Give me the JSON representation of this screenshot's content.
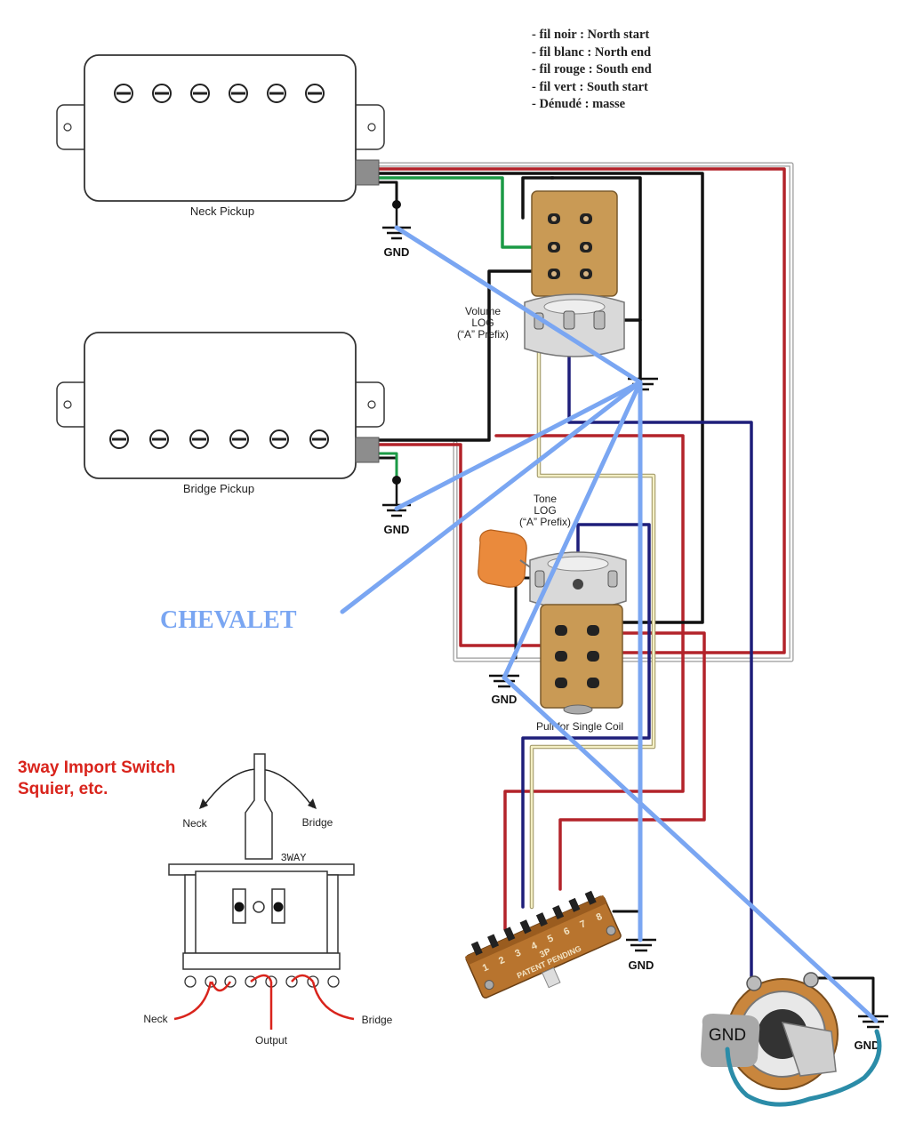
{
  "legend": [
    "- fil noir : North start",
    "- fil blanc : North end",
    "- fil rouge : South end",
    "- fil vert : South start",
    "- Dénudé : masse"
  ],
  "pickups": {
    "neck": "Neck Pickup",
    "bridge": "Bridge Pickup"
  },
  "gnd": "GND",
  "volume": {
    "line1": "Volume",
    "line2": "LOG",
    "line3": "(“A” Prefix)"
  },
  "tone": {
    "line1": "Tone",
    "line2": "LOG",
    "line3": "(“A” Prefix)"
  },
  "push_pull": "Pull for Single Coil",
  "annotation": "CHEVALET",
  "switch_ref": {
    "title1": "3way Import Switch",
    "title2": "Squier, etc.",
    "neck_top": "Neck",
    "bridge_top": "Bridge",
    "body": "3WAY",
    "neck_bottom": "Neck",
    "bridge_bottom": "Bridge",
    "output": "Output"
  },
  "selector": {
    "numbers": [
      "1",
      "2",
      "3",
      "4",
      "5",
      "6",
      "7",
      "8"
    ],
    "model": "3P",
    "text": "PATENT PENDING"
  },
  "jack_gnd": "GND",
  "jack_gnd_small": "GND",
  "colors": {
    "annotation": "#7aa6f2",
    "wire_red": "#b3232a",
    "wire_black": "#111111",
    "wire_blue": "#1e1e7a",
    "wire_green": "#1b9a45",
    "wire_yellow": "#e9e2a4",
    "switch_title": "#d9241c",
    "scribble": "#2b8ca8"
  }
}
